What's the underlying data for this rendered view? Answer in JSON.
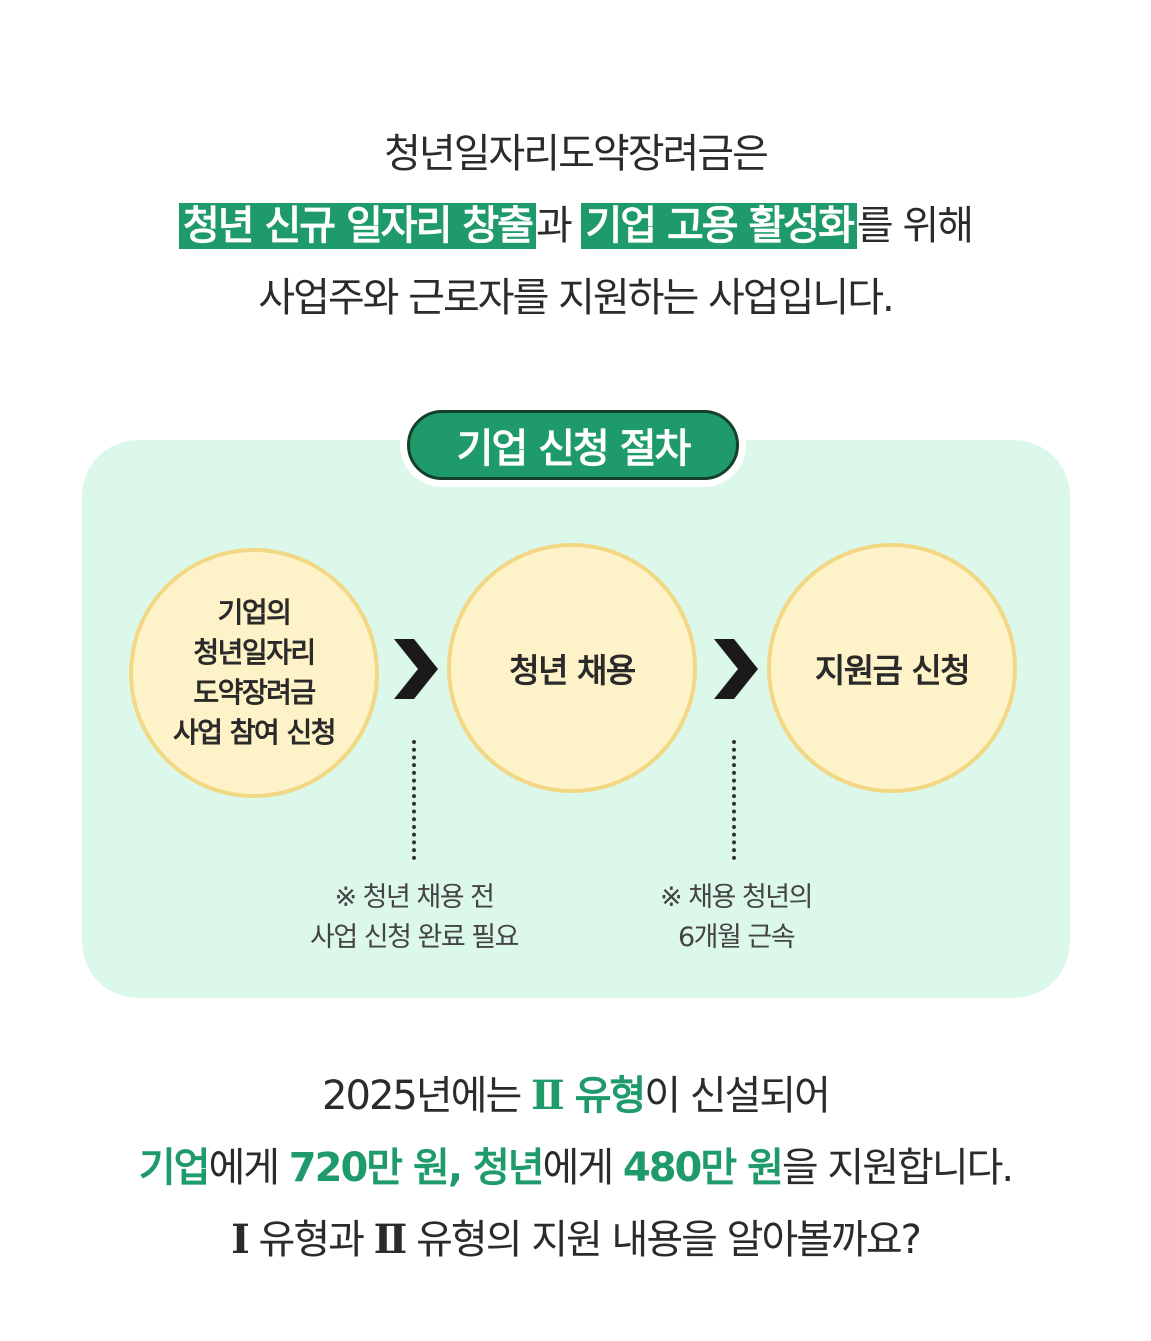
{
  "intro": {
    "line1": "청년일자리도약장려금은",
    "line2_hl1": "청년 신규 일자리 창출",
    "line2_mid": "과 ",
    "line2_hl2": "기업 고용 활성화",
    "line2_end": "를 위해",
    "line3": "사업주와 근로자를 지원하는 사업입니다."
  },
  "procedure": {
    "title": "기업 신청 절차",
    "steps": [
      {
        "line1": "기업의",
        "line2": "청년일자리",
        "line3": "도약장려금",
        "line4": "사업 참여 신청"
      },
      {
        "label": "청년 채용"
      },
      {
        "label": "지원금 신청"
      }
    ],
    "notes": [
      {
        "line1": "※ 청년 채용 전",
        "line2": "사업 신청 완료 필요"
      },
      {
        "line1": "※ 채용 청년의",
        "line2": "6개월 근속"
      }
    ]
  },
  "outro": {
    "l1_year": "2025년에는 ",
    "l1_roman": "Ⅱ",
    "l1_type": " 유형",
    "l1_end": "이 신설되어",
    "l2_company": "기업",
    "l2_to1": "에게 ",
    "l2_amount1": "720만 원,",
    "l2_youth": " 청년",
    "l2_to2": "에게 ",
    "l2_amount2": "480만 원",
    "l2_end": "을 지원합니다.",
    "l3_roman1": "Ⅰ",
    "l3_part1": " 유형과 ",
    "l3_roman2": "Ⅱ",
    "l3_part2": " 유형의 지원 내용을 알아볼까요?"
  },
  "colors": {
    "accent_green": "#1f9a6a",
    "panel_bg": "#dcf8ea",
    "circle_fill": "#fef3c8",
    "circle_border": "#f2d784"
  },
  "icons": [
    "chevron-right-icon",
    "chevron-right-icon"
  ]
}
